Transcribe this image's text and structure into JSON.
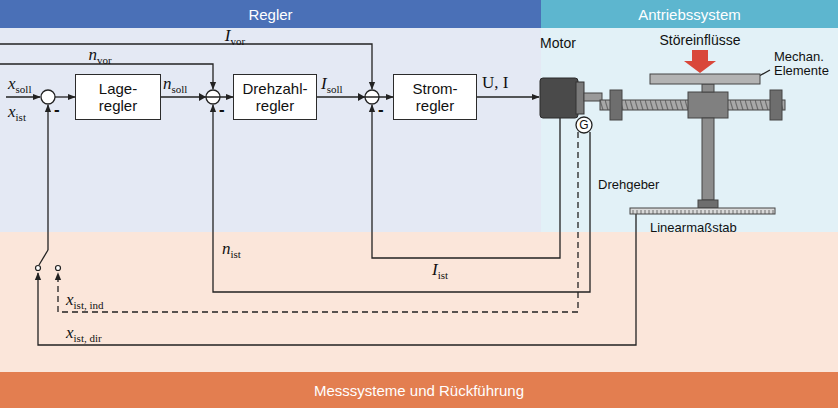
{
  "diagram": {
    "nodes": [
      {
        "text": [
          "Regler"
        ]
      },
      {
        "text": [
          "Antriebssystem"
        ]
      },
      {
        "text": [
          "Messsysteme und Rückführung"
        ]
      },
      {
        "text": [
          "Lage- regler"
        ],
        "in": 0
      },
      {
        "text": [
          "Drehzahl- regler"
        ],
        "in": 0
      },
      {
        "text": [
          "Strom- regler"
        ],
        "in": 0
      },
      {
        "text": [
          "G"
        ],
        "in": 1
      }
    ],
    "edges": [
      {
        "from": 3,
        "to": 4,
        "label": "nsoll",
        "arrow": "to"
      },
      {
        "from": 4,
        "to": 5,
        "label": "Isoll",
        "arrow": "to"
      }
    ],
    "labels": [
      "Ivor",
      "nvor",
      "xsoll",
      "xist",
      "-",
      "-",
      "-",
      "U, I",
      "Motor",
      "Störeinflüsse",
      "Mechan. Elemente",
      "Drehgeber",
      "Linearmaßstab",
      "Iist",
      "nist",
      "xist, ind",
      "xist, dir"
    ]
  }
}
